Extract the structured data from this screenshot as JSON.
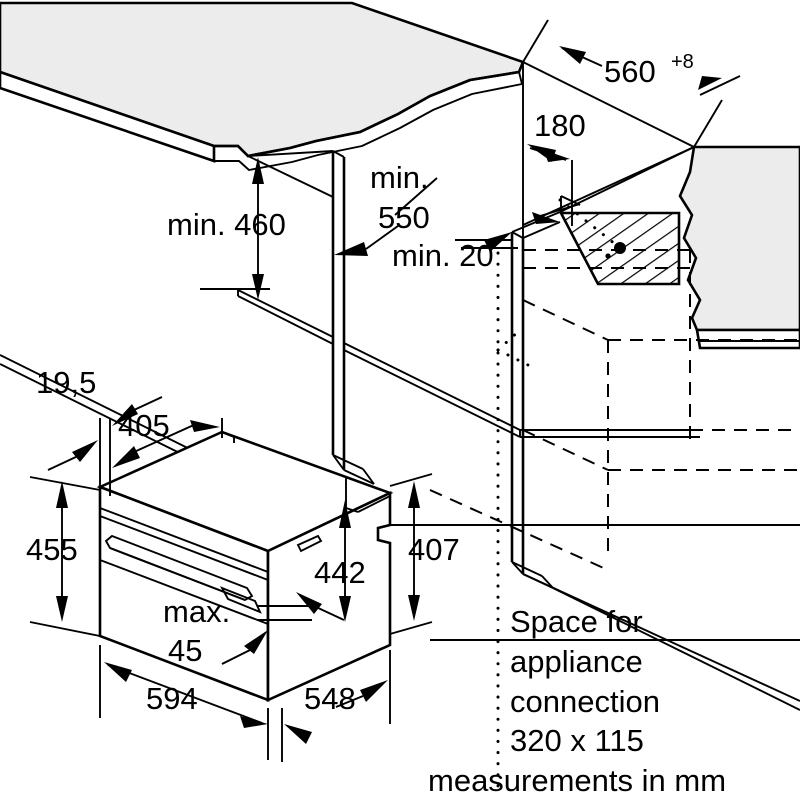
{
  "diagram": {
    "title": "Built-in appliance niche installation drawing",
    "units_caption": "measurements in mm",
    "stroke_color": "#000000",
    "panel_color": "#ececec",
    "background": "#ffffff"
  },
  "dimensions": {
    "niche_width": {
      "label": "560",
      "superscript": "+8",
      "name": "niche-width"
    },
    "niche_depth_offset": {
      "label": "180",
      "name": "depth-180"
    },
    "min_height_left": {
      "label": "min. 460",
      "name": "min-460"
    },
    "min_depth": {
      "label": "min.",
      "label2": "550",
      "name": "min-550"
    },
    "min_gap": {
      "label": "min. 20",
      "name": "min-20"
    },
    "panel_thickness": {
      "label": "19,5",
      "name": "panel-19-5"
    },
    "appliance_top_depth": {
      "label": "405",
      "name": "appliance-405"
    },
    "appliance_height_front": {
      "label": "455",
      "name": "appliance-455"
    },
    "appliance_height_body": {
      "label": "442",
      "name": "appliance-442"
    },
    "appliance_height_rear": {
      "label": "407",
      "name": "appliance-407"
    },
    "door_gap": {
      "label": "max.",
      "label2": "45",
      "name": "door-max-45"
    },
    "appliance_width": {
      "label": "594",
      "name": "appliance-594"
    },
    "appliance_depth": {
      "label": "548",
      "name": "appliance-548"
    }
  },
  "notes": {
    "connection_space": {
      "line1": "Space for",
      "line2": "appliance",
      "line3": "connection",
      "line4": "320 x 115"
    },
    "units": "measurements in mm"
  }
}
